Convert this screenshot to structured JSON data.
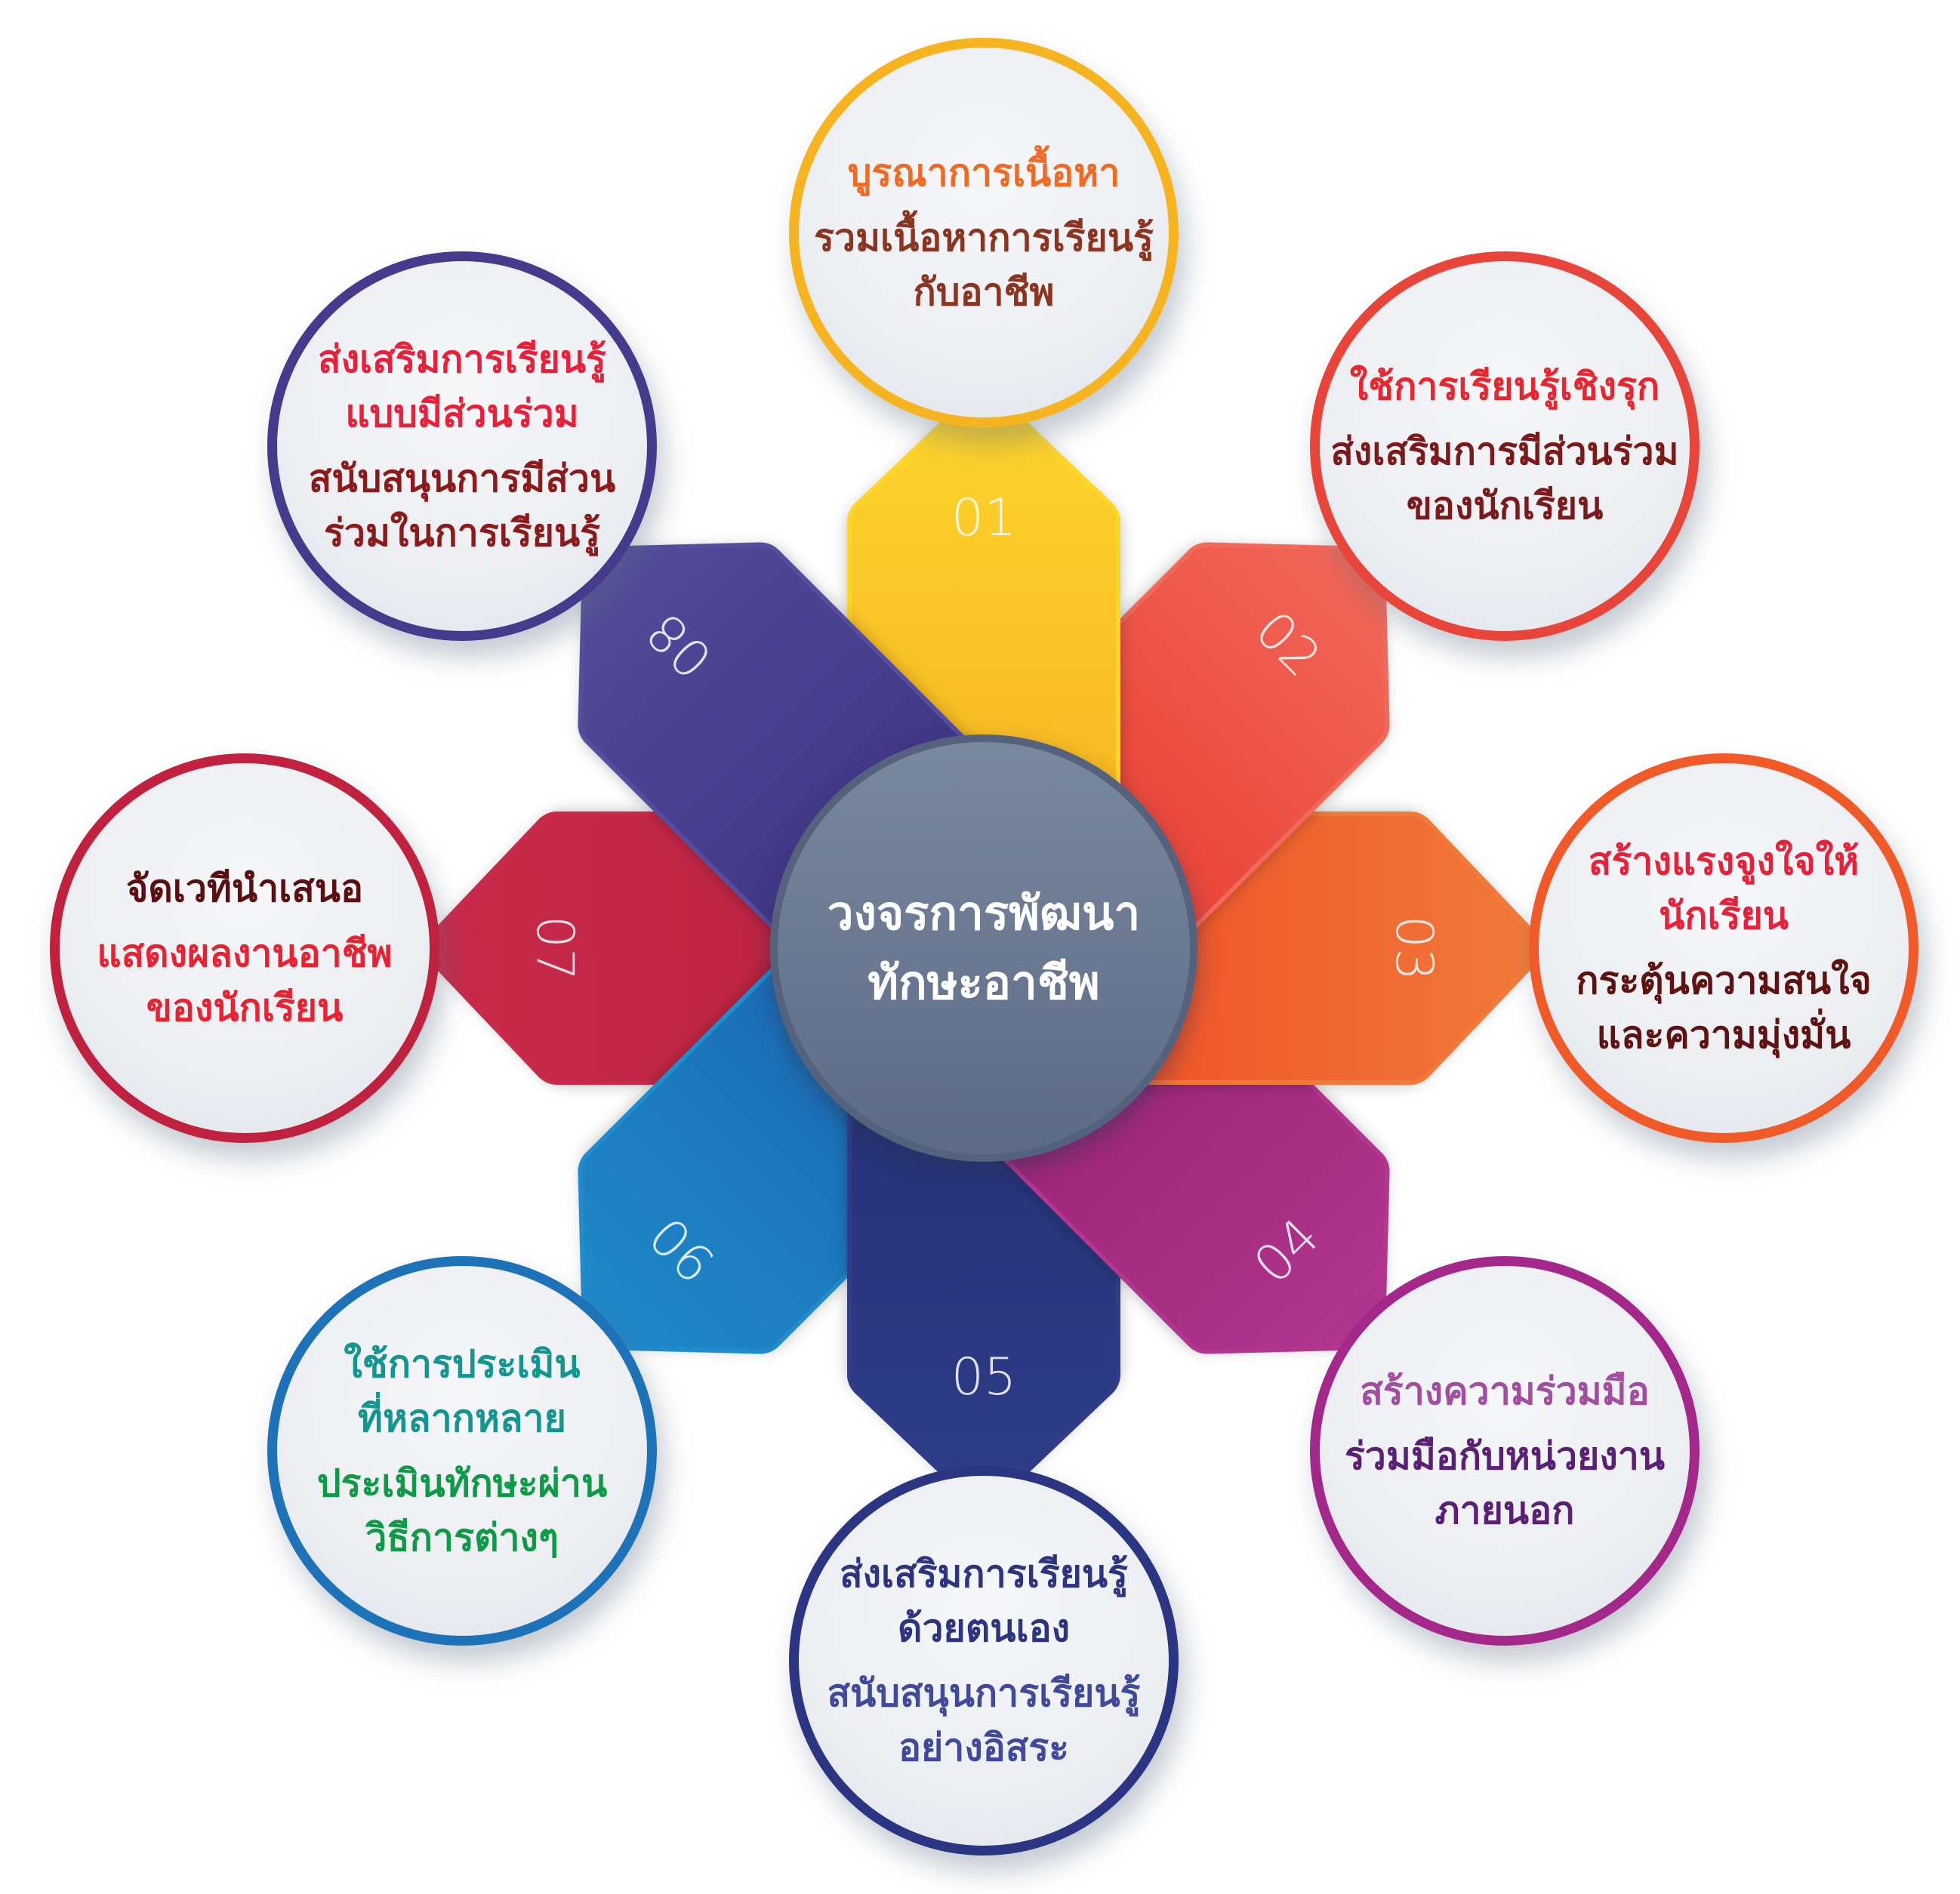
{
  "center": {
    "lines": [
      "วงจรการพัฒนา",
      "ทักษะอาชีพ"
    ]
  },
  "steps": [
    {
      "number": "01",
      "title": [
        "บูรณาการเนื้อหา"
      ],
      "body": [
        "รวมเนื้อหาการเรียนรู้",
        "กับอาชีพ"
      ],
      "title_color": "#f26a21",
      "body_color": "#8b3520",
      "border_color": "#f7b421",
      "petal_colors": [
        "#fdd62c",
        "#f5ad1f"
      ]
    },
    {
      "number": "02",
      "title": [
        "ใช้การเรียนรู้เชิงรุก"
      ],
      "body": [
        "ส่งเสริมการมีส่วนร่วม",
        "ของนักเรียน"
      ],
      "title_color": "#e8262f",
      "body_color": "#7a1a1a",
      "border_color": "#e8453a",
      "petal_colors": [
        "#f2695a",
        "#e5352a"
      ]
    },
    {
      "number": "03",
      "title": [
        "สร้างแรงจูงใจให้",
        "นักเรียน"
      ],
      "body": [
        "กระตุ้นความสนใจ",
        "และความมุ่งมั่น"
      ],
      "title_color": "#e8213a",
      "body_color": "#5e1212",
      "border_color": "#f05a28",
      "petal_colors": [
        "#f07a3a",
        "#ee4623"
      ]
    },
    {
      "number": "04",
      "title": [
        "สร้างความร่วมมือ"
      ],
      "body": [
        "ร่วมมือกับหน่วยงาน",
        "ภายนอก"
      ],
      "title_color": "#a24d9f",
      "body_color": "#5a2075",
      "border_color": "#a3288a",
      "petal_colors": [
        "#b2368f",
        "#941f70"
      ]
    },
    {
      "number": "05",
      "title": [
        "ส่งเสริมการเรียนรู้",
        "ด้วยตนเอง"
      ],
      "body": [
        "สนับสนุนการเรียนรู้",
        "อย่างอิสระ"
      ],
      "title_color": "#2d3580",
      "body_color": "#3f4a9a",
      "border_color": "#2b3582",
      "petal_colors": [
        "#2f3d88",
        "#232d72"
      ]
    },
    {
      "number": "06",
      "title": [
        "ใช้การประเมิน",
        "ที่หลากหลาย"
      ],
      "body": [
        "ประเมินทักษะผ่าน",
        "วิธีการต่างๆ"
      ],
      "title_color": "#13968f",
      "body_color": "#0f9a48",
      "border_color": "#1d72b8",
      "petal_colors": [
        "#1f8ccb",
        "#1a5ead"
      ]
    },
    {
      "number": "07",
      "title": [
        "จัดเวทีนำเสนอ"
      ],
      "body": [
        "แสดงผลงานอาชีพ",
        "ของนักเรียน"
      ],
      "title_color": "#5a1010",
      "body_color": "#e82232",
      "border_color": "#c0213f",
      "petal_colors": [
        "#c92a4a",
        "#b8203f"
      ]
    },
    {
      "number": "08",
      "title": [
        "ส่งเสริมการเรียนรู้",
        "แบบมีส่วนร่วม"
      ],
      "body": [
        "สนับสนุนการมีส่วน",
        "ร่วมในการเรียนรู้"
      ],
      "title_color": "#e8203a",
      "body_color": "#8b1a1a",
      "border_color": "#453a8c",
      "petal_colors": [
        "#554d9d",
        "#3a2c7e"
      ]
    }
  ]
}
